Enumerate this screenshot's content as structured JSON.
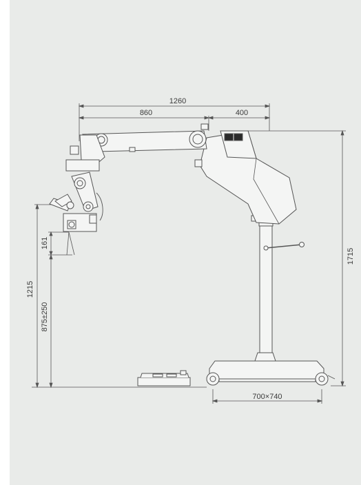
{
  "diagram": {
    "colors": {
      "background": "#e9ebe9",
      "line": "#555555",
      "fill": "#f4f5f4",
      "dark": "#2a2a2a"
    },
    "dimensions": {
      "total_reach": "1260",
      "arm_length": "860",
      "head_offset": "400",
      "total_height": "1715",
      "max_optic_height": "1215",
      "working_height": "875±250",
      "optic_offset": "161",
      "base_size": "700×740"
    }
  }
}
